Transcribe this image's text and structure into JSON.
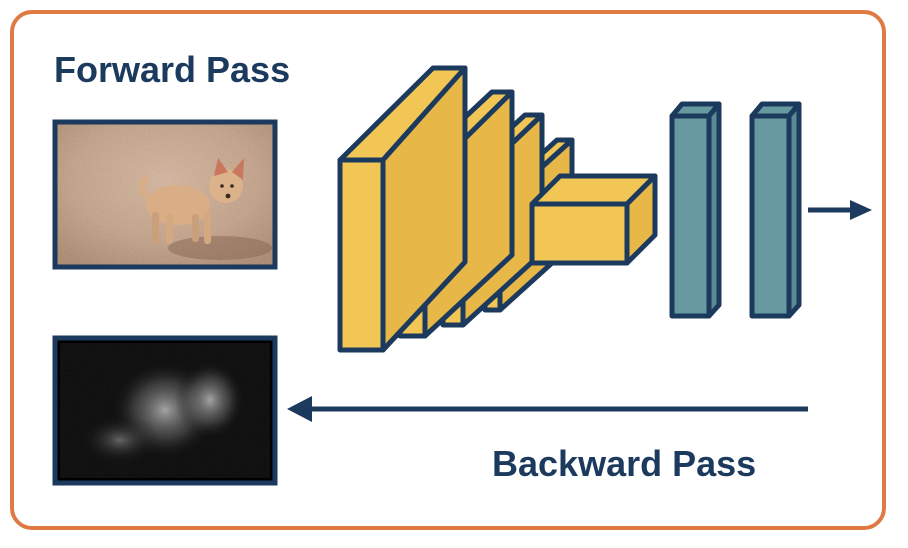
{
  "labels": {
    "forward": "Forward Pass",
    "backward": "Backward Pass"
  },
  "colors": {
    "frame": "#e07a45",
    "navy": "#1c3a5e",
    "conv_yellow": "#f2c655",
    "fc_teal": "#6699a0",
    "photo_border": "#1c3a5e",
    "saliency_bg": "#000000"
  },
  "images": {
    "input": "dog-photo",
    "output": "saliency-map"
  },
  "icons": {
    "forward_arrow": "arrow-right-icon",
    "backward_arrow": "arrow-left-icon"
  }
}
